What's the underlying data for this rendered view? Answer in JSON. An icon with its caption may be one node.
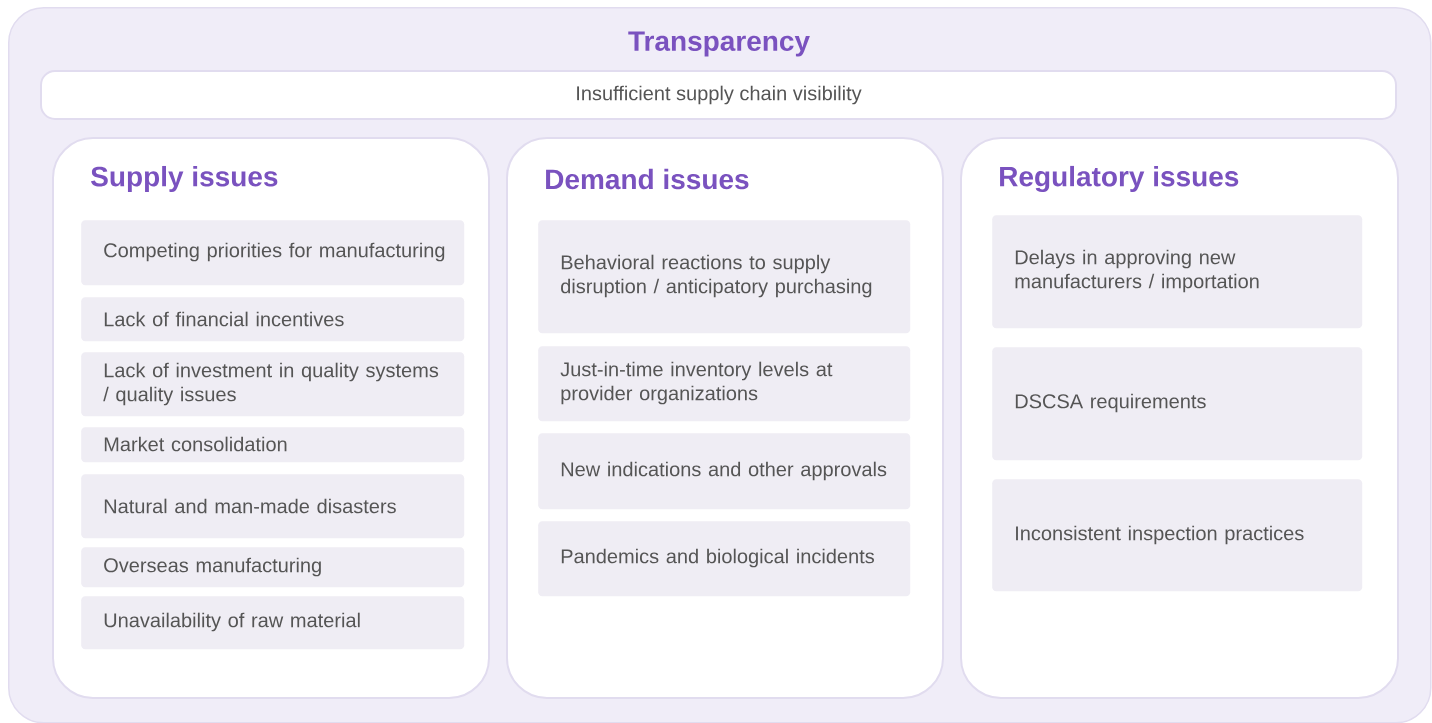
{
  "diagram": {
    "nodes": [
      {
        "text": [
          "Transparency"
        ]
      },
      {
        "text": [
          "Insufficient supply chain visibility"
        ],
        "in": 0
      },
      {
        "text": [
          "Supply issues"
        ],
        "in": 0
      },
      {
        "text": [
          "Competing priorities for manufacturing"
        ],
        "in": 2
      },
      {
        "text": [
          "Lack of financial incentives"
        ],
        "in": 2
      },
      {
        "text": [
          "Lack of investment in quality systems / quality issues"
        ],
        "in": 2
      },
      {
        "text": [
          "Market consolidation"
        ],
        "in": 2
      },
      {
        "text": [
          "Natural and man-made disasters"
        ],
        "in": 2
      },
      {
        "text": [
          "Overseas manufacturing"
        ],
        "in": 2
      },
      {
        "text": [
          "Unavailability of raw material"
        ],
        "in": 2
      },
      {
        "text": [
          "Demand issues"
        ],
        "in": 0
      },
      {
        "text": [
          "Behavioral reactions to supply disruption / anticipatory purchasing"
        ],
        "in": 10
      },
      {
        "text": [
          "Just-in-time inventory levels at provider organizations"
        ],
        "in": 10
      },
      {
        "text": [
          "New indications and other approvals"
        ],
        "in": 10
      },
      {
        "text": [
          "Pandemics and biological incidents"
        ],
        "in": 10
      },
      {
        "text": [
          "Regulatory issues"
        ],
        "in": 0
      },
      {
        "text": [
          "Delays in approving new manufacturers / importation"
        ],
        "in": 15
      },
      {
        "text": [
          "DSCSA requirements"
        ],
        "in": 15
      },
      {
        "text": [
          "Inconsistent inspection practices"
        ],
        "in": 15
      }
    ]
  }
}
